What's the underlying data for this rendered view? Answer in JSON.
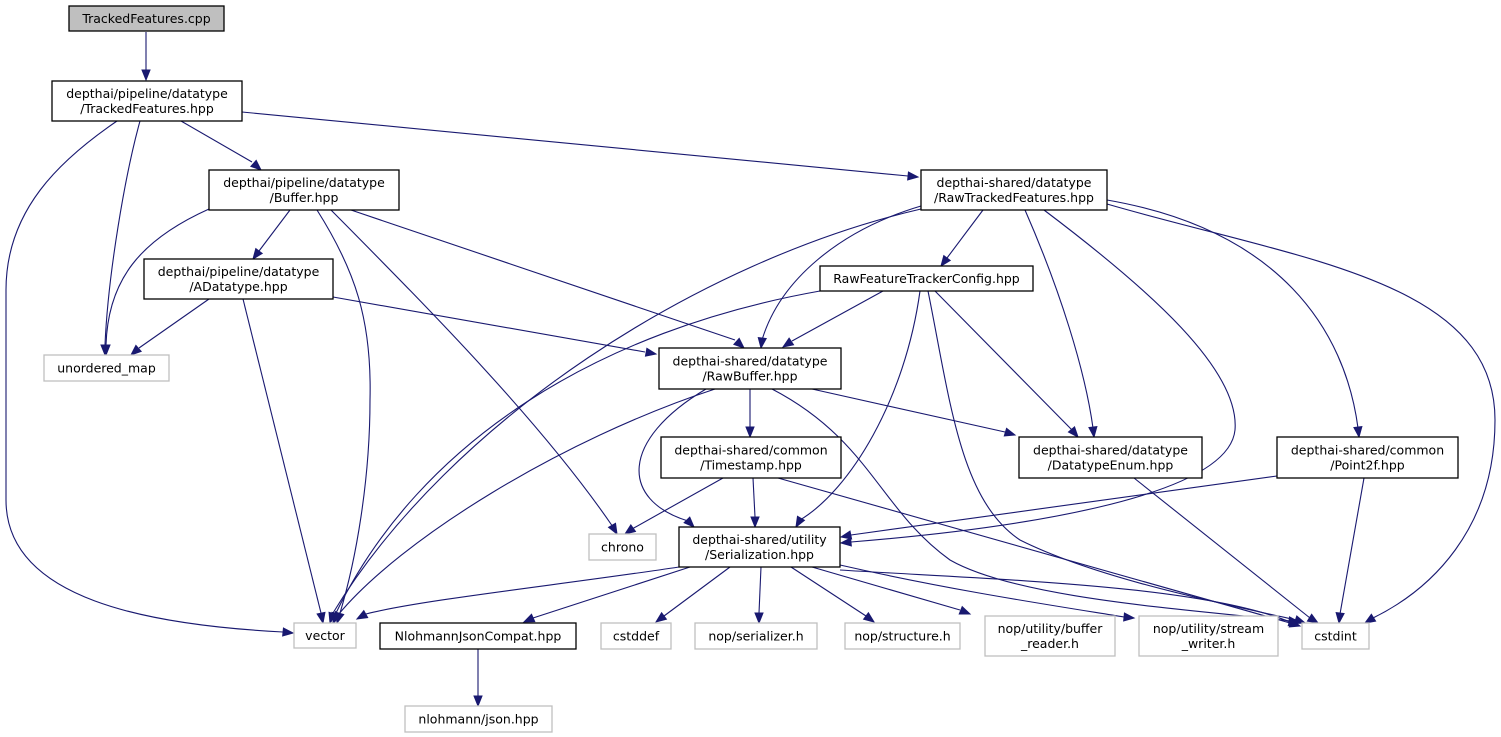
{
  "graph": {
    "title": "Include dependency graph for TrackedFeatures.cpp",
    "colors": {
      "edge": "#191970",
      "root_fill": "#bfbfbf",
      "internal_border": "#000000",
      "external_border": "#bfbfbf"
    },
    "nodes": [
      {
        "id": "root",
        "kind": "root",
        "lines": [
          "TrackedFeatures.cpp"
        ]
      },
      {
        "id": "trackedfeatures",
        "kind": "internal",
        "lines": [
          "depthai/pipeline/datatype",
          "/TrackedFeatures.hpp"
        ]
      },
      {
        "id": "buffer",
        "kind": "internal",
        "lines": [
          "depthai/pipeline/datatype",
          "/Buffer.hpp"
        ]
      },
      {
        "id": "adatatype",
        "kind": "internal",
        "lines": [
          "depthai/pipeline/datatype",
          "/ADatatype.hpp"
        ]
      },
      {
        "id": "unordered_map",
        "kind": "external",
        "lines": [
          "unordered_map"
        ]
      },
      {
        "id": "rawtrackedfeatures",
        "kind": "internal",
        "lines": [
          "depthai-shared/datatype",
          "/RawTrackedFeatures.hpp"
        ]
      },
      {
        "id": "rawfeaturetrackerconfig",
        "kind": "internal",
        "lines": [
          "RawFeatureTrackerConfig.hpp"
        ]
      },
      {
        "id": "rawbuffer",
        "kind": "internal",
        "lines": [
          "depthai-shared/datatype",
          "/RawBuffer.hpp"
        ]
      },
      {
        "id": "timestamp",
        "kind": "internal",
        "lines": [
          "depthai-shared/common",
          "/Timestamp.hpp"
        ]
      },
      {
        "id": "datatypeenum",
        "kind": "internal",
        "lines": [
          "depthai-shared/datatype",
          "/DatatypeEnum.hpp"
        ]
      },
      {
        "id": "point2f",
        "kind": "internal",
        "lines": [
          "depthai-shared/common",
          "/Point2f.hpp"
        ]
      },
      {
        "id": "chrono",
        "kind": "external",
        "lines": [
          "chrono"
        ]
      },
      {
        "id": "serialization",
        "kind": "internal",
        "lines": [
          "depthai-shared/utility",
          "/Serialization.hpp"
        ]
      },
      {
        "id": "vector",
        "kind": "external",
        "lines": [
          "vector"
        ]
      },
      {
        "id": "nlohmannjsoncompat",
        "kind": "internal",
        "lines": [
          "NlohmannJsonCompat.hpp"
        ]
      },
      {
        "id": "cstddef",
        "kind": "external",
        "lines": [
          "cstddef"
        ]
      },
      {
        "id": "nop_serializer",
        "kind": "external",
        "lines": [
          "nop/serializer.h"
        ]
      },
      {
        "id": "nop_structure",
        "kind": "external",
        "lines": [
          "nop/structure.h"
        ]
      },
      {
        "id": "nop_buffer_reader",
        "kind": "external",
        "lines": [
          "nop/utility/buffer",
          "_reader.h"
        ]
      },
      {
        "id": "nop_stream_writer",
        "kind": "external",
        "lines": [
          "nop/utility/stream",
          "_writer.h"
        ]
      },
      {
        "id": "cstdint",
        "kind": "external",
        "lines": [
          "cstdint"
        ]
      },
      {
        "id": "nlohmann_json",
        "kind": "external",
        "lines": [
          "nlohmann/json.hpp"
        ]
      }
    ],
    "edges": [
      {
        "from": "root",
        "to": "trackedfeatures"
      },
      {
        "from": "trackedfeatures",
        "to": "buffer"
      },
      {
        "from": "trackedfeatures",
        "to": "unordered_map"
      },
      {
        "from": "trackedfeatures",
        "to": "vector"
      },
      {
        "from": "trackedfeatures",
        "to": "rawtrackedfeatures"
      },
      {
        "from": "buffer",
        "to": "adatatype"
      },
      {
        "from": "buffer",
        "to": "unordered_map"
      },
      {
        "from": "buffer",
        "to": "vector"
      },
      {
        "from": "buffer",
        "to": "chrono"
      },
      {
        "from": "buffer",
        "to": "rawbuffer"
      },
      {
        "from": "adatatype",
        "to": "unordered_map"
      },
      {
        "from": "adatatype",
        "to": "vector"
      },
      {
        "from": "adatatype",
        "to": "rawbuffer"
      },
      {
        "from": "rawtrackedfeatures",
        "to": "rawfeaturetrackerconfig"
      },
      {
        "from": "rawtrackedfeatures",
        "to": "rawbuffer"
      },
      {
        "from": "rawtrackedfeatures",
        "to": "vector"
      },
      {
        "from": "rawtrackedfeatures",
        "to": "datatypeenum"
      },
      {
        "from": "rawtrackedfeatures",
        "to": "serialization"
      },
      {
        "from": "rawtrackedfeatures",
        "to": "point2f"
      },
      {
        "from": "rawtrackedfeatures",
        "to": "cstdint"
      },
      {
        "from": "rawfeaturetrackerconfig",
        "to": "rawbuffer"
      },
      {
        "from": "rawfeaturetrackerconfig",
        "to": "vector"
      },
      {
        "from": "rawfeaturetrackerconfig",
        "to": "datatypeenum"
      },
      {
        "from": "rawfeaturetrackerconfig",
        "to": "serialization"
      },
      {
        "from": "rawfeaturetrackerconfig",
        "to": "cstdint"
      },
      {
        "from": "rawbuffer",
        "to": "timestamp"
      },
      {
        "from": "rawbuffer",
        "to": "vector"
      },
      {
        "from": "rawbuffer",
        "to": "datatypeenum"
      },
      {
        "from": "rawbuffer",
        "to": "serialization"
      },
      {
        "from": "rawbuffer",
        "to": "cstdint"
      },
      {
        "from": "timestamp",
        "to": "chrono"
      },
      {
        "from": "timestamp",
        "to": "serialization"
      },
      {
        "from": "timestamp",
        "to": "cstdint"
      },
      {
        "from": "datatypeenum",
        "to": "cstdint"
      },
      {
        "from": "point2f",
        "to": "serialization"
      },
      {
        "from": "point2f",
        "to": "cstdint"
      },
      {
        "from": "serialization",
        "to": "vector"
      },
      {
        "from": "serialization",
        "to": "nlohmannjsoncompat"
      },
      {
        "from": "serialization",
        "to": "cstddef"
      },
      {
        "from": "serialization",
        "to": "nop_serializer"
      },
      {
        "from": "serialization",
        "to": "nop_structure"
      },
      {
        "from": "serialization",
        "to": "nop_buffer_reader"
      },
      {
        "from": "serialization",
        "to": "nop_stream_writer"
      },
      {
        "from": "serialization",
        "to": "cstdint"
      },
      {
        "from": "nlohmannjsoncompat",
        "to": "nlohmann_json"
      }
    ]
  }
}
